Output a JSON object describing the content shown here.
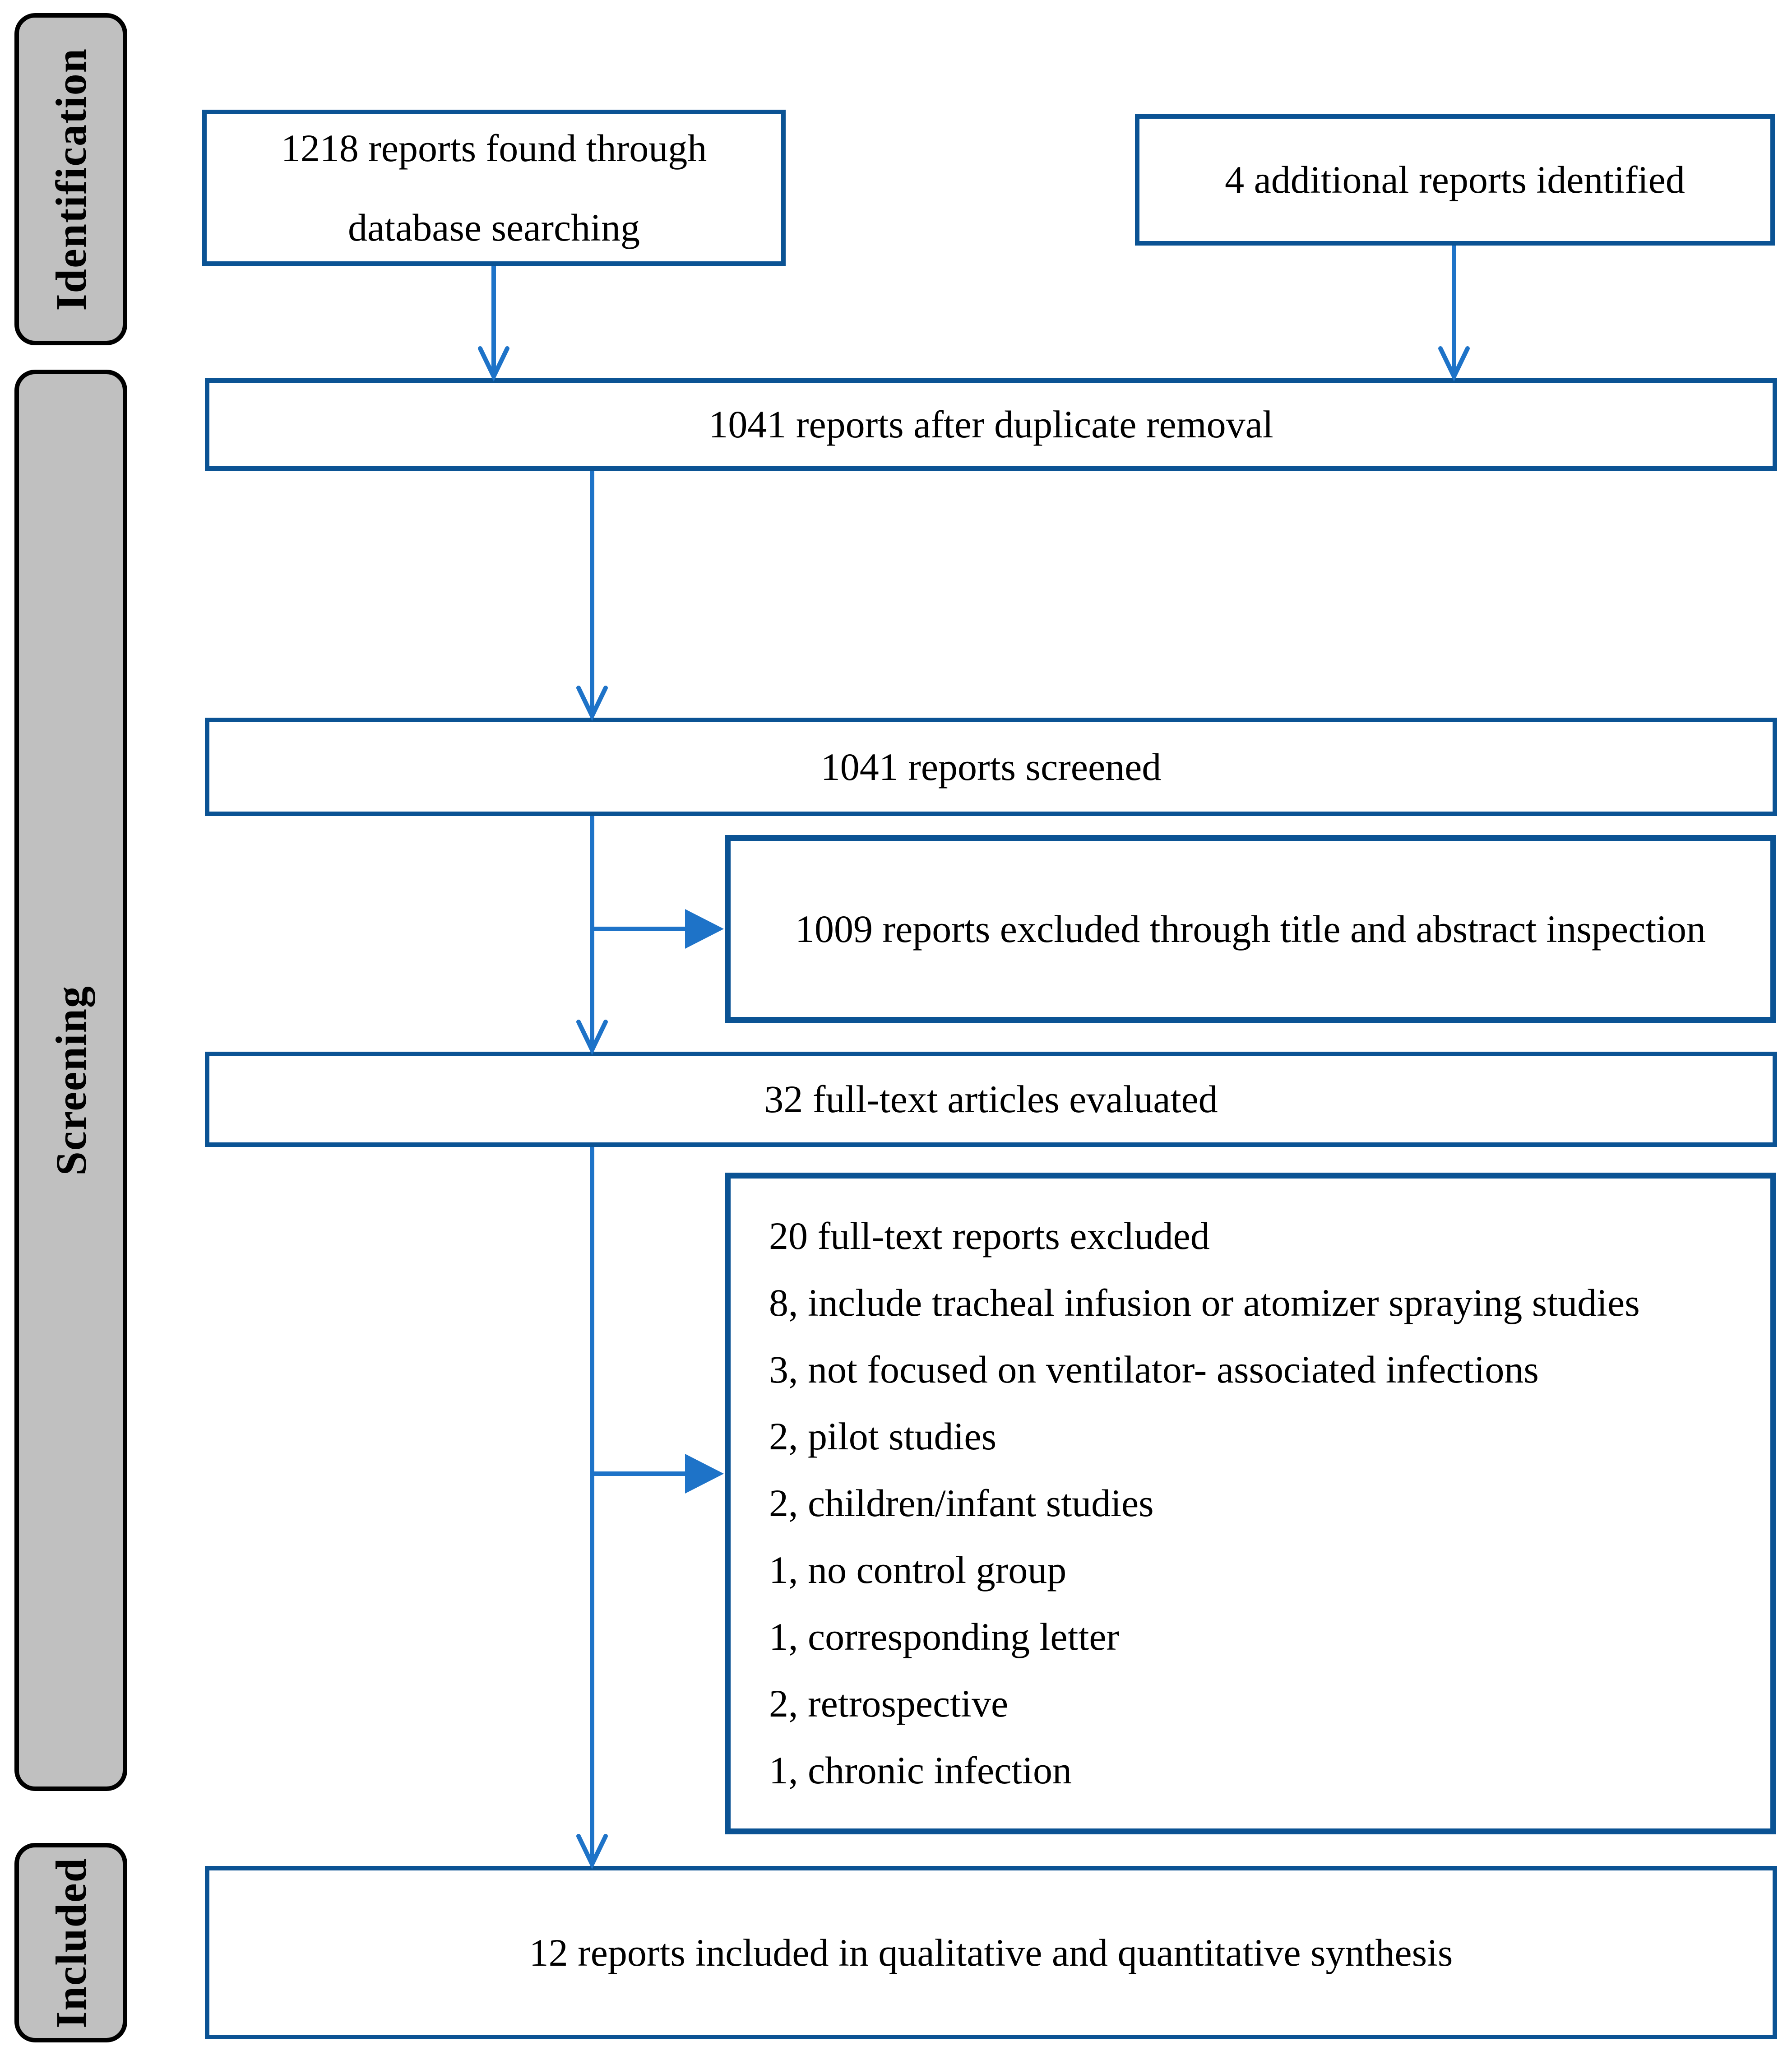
{
  "stages": {
    "identification": "Identification",
    "screening": "Screening",
    "included": "Included"
  },
  "boxes": {
    "database_search_line1": "1218 reports found through",
    "database_search_line2": "database searching",
    "additional_reports": "4 additional reports identified",
    "after_duplicate_removal": "1041 reports after duplicate removal",
    "screened": "1041 reports screened",
    "excluded_title_abstract": "1009 reports excluded through title and abstract inspection",
    "fulltext_evaluated": "32 full-text articles evaluated",
    "included_synthesis": "12 reports included in qualitative and quantitative synthesis"
  },
  "exclusion_box": {
    "lines": [
      "20 full-text reports excluded",
      "8, include tracheal infusion or atomizer spraying studies",
      "3, not focused on ventilator- associated infections",
      "2, pilot studies",
      "2, children/infant studies",
      "1, no control group",
      "1, corresponding letter",
      "2, retrospective",
      "1, chronic infection"
    ]
  },
  "colors": {
    "box_border": "#0B5394",
    "arrow": "#1E73C8",
    "stage_fill": "#C0C0C0",
    "stage_border": "#000000",
    "text": "#000000"
  }
}
